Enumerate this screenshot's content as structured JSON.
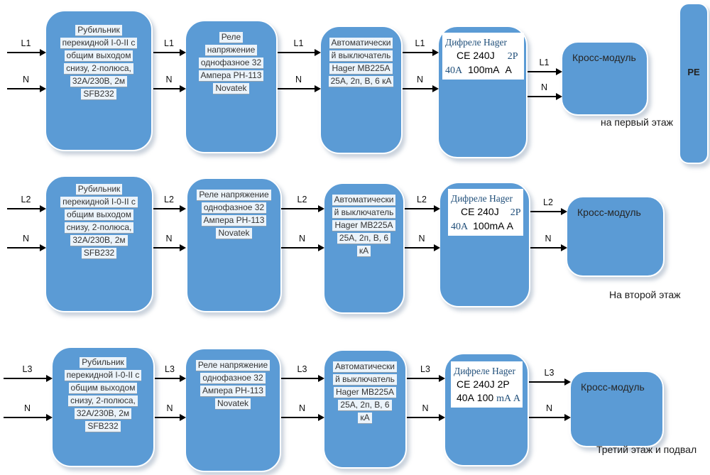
{
  "pe_label": "PE",
  "rows": [
    {
      "phase": "L1",
      "neutral": "N",
      "caption": "на первый этаж",
      "switch_lines": [
        "Рубильник",
        "перекидной I-0-II с",
        "общим выходом",
        "снизу, 2-полюса,",
        "32А/230В, 2м",
        "SFB232"
      ],
      "relay_lines": [
        "Реле",
        "напряжение",
        "однофазное 32",
        "Ампера РН-113",
        "Novatek"
      ],
      "breaker_lines": [
        "Автоматически",
        "й выключатель",
        "Hager MB225A",
        "25А, 2п, В, 6 кА"
      ],
      "rcd": {
        "l1": [
          {
            "t": "Дифреле Hager",
            "s": "serif"
          }
        ],
        "l2": [
          {
            "t": "CE 240J",
            "s": "sans"
          },
          {
            "t": "2P",
            "s": "serif"
          }
        ],
        "l3": [
          {
            "t": "40А",
            "s": "serif"
          },
          {
            "t": "100mA",
            "s": "sans"
          },
          {
            "t": "А",
            "s": "sans"
          }
        ]
      },
      "cross_label": "Кросс-модуль"
    },
    {
      "phase": "L2",
      "neutral": "N",
      "caption": "На второй этаж",
      "switch_lines": [
        "Рубильник",
        "перекидной I-0-II с",
        "общим выходом",
        "снизу, 2-полюса,",
        "32А/230В, 2м",
        "SFB232"
      ],
      "relay_lines": [
        "Реле напряжение",
        "однофазное 32",
        "Ампера РН-113",
        "Novatek"
      ],
      "breaker_lines": [
        "Автоматически",
        "й выключатель",
        "Hager MB225A",
        "25А, 2п, В, 6",
        "кА"
      ],
      "rcd": {
        "l1": [
          {
            "t": "Дифреле Hager",
            "s": "serif"
          }
        ],
        "l2": [
          {
            "t": "CE 240J",
            "s": "sans"
          },
          {
            "t": "2P",
            "s": "serif"
          }
        ],
        "l3": [
          {
            "t": "40А",
            "s": "serif"
          },
          {
            "t": "100mA  А",
            "s": "sans"
          }
        ]
      },
      "cross_label": "Кросс-модуль"
    },
    {
      "phase": "L3",
      "neutral": "N",
      "caption": "Третий этаж и подвал",
      "switch_lines": [
        "Рубильник",
        "перекидной I-0-II с",
        "общим выходом",
        "снизу, 2-полюса,",
        "32А/230В, 2м",
        "SFB232"
      ],
      "relay_lines": [
        "Реле напряжение",
        "однофазное 32",
        "Ампера РН-113",
        "Novatek"
      ],
      "breaker_lines": [
        "Автоматически",
        "й выключатель",
        "Hager MB225A",
        "25А, 2п, В, 6",
        "кА"
      ],
      "rcd": {
        "l1": [
          {
            "t": "Дифреле Hager",
            "s": "serif"
          }
        ],
        "l2": [
          {
            "t": "CE 240J  2P",
            "s": "sans"
          }
        ],
        "l3": [
          {
            "t": "40А  100",
            "s": "sans"
          },
          {
            "t": "mA А",
            "s": "serif"
          }
        ]
      },
      "cross_label": "Кросс-модуль"
    }
  ],
  "colors": {
    "block_fill": "#5b9bd5",
    "serif_blue": "#1f4e79",
    "wire": "#000000"
  }
}
